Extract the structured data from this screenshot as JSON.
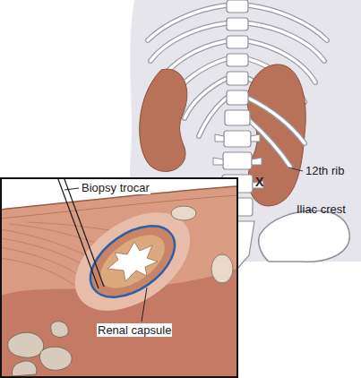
{
  "diagram": {
    "labels": [
      "12th rib",
      "X",
      "Iliac crest",
      "Biopsy trocar",
      "Renal capsule"
    ]
  }
}
